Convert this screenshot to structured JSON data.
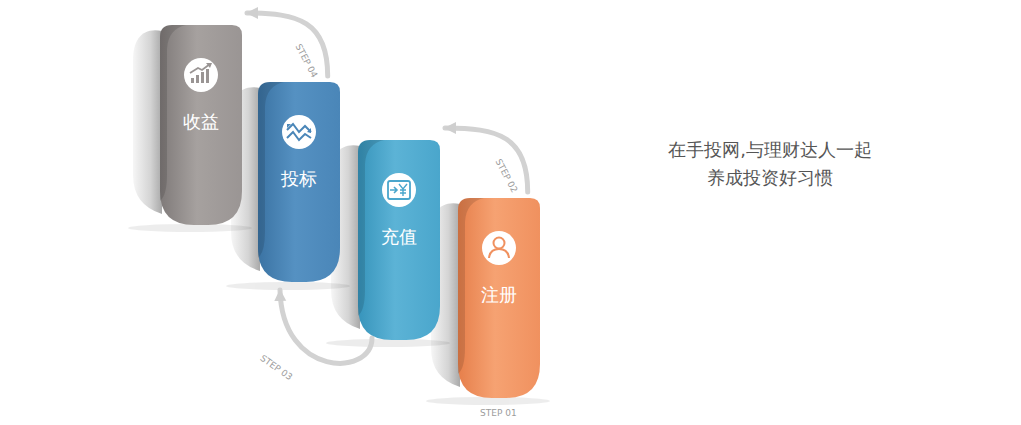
{
  "diagram": {
    "nodes": [
      {
        "text": [
          "收益"
        ]
      },
      {
        "text": [
          "投标"
        ]
      },
      {
        "text": [
          "充值"
        ]
      },
      {
        "text": [
          "注册"
        ]
      }
    ],
    "edges": [
      {
        "from": 3,
        "to": 2,
        "arrow": "to",
        "label": "STEP 02"
      },
      {
        "from": 2,
        "to": 1,
        "arrow": "to",
        "label": "STEP 03"
      },
      {
        "from": 1,
        "to": 0,
        "arrow": "to",
        "label": "STEP 04"
      }
    ],
    "labels": [
      "STEP 01",
      "在手投网,与理财达人一起 养成投资好习惯"
    ]
  }
}
